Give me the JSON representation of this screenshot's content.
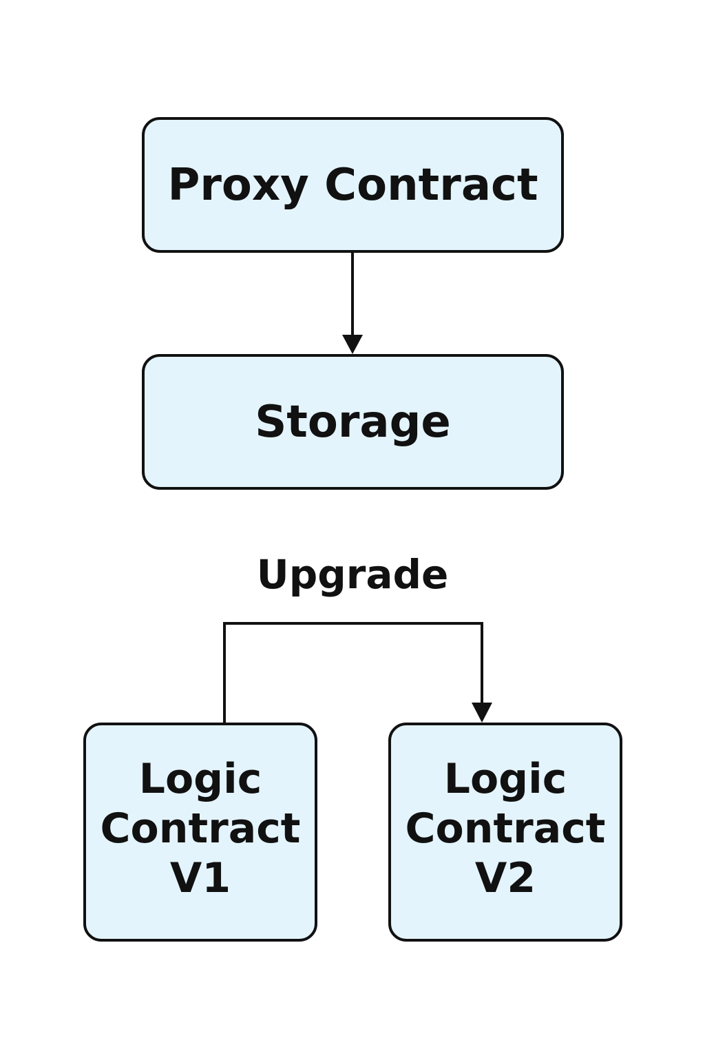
{
  "diagram": {
    "nodes": {
      "proxy": {
        "label": "Proxy Contract"
      },
      "storage": {
        "label": "Storage"
      },
      "logic_v1": {
        "label": "Logic\nContract\nV1"
      },
      "logic_v2": {
        "label": "Logic\nContract\nV2"
      }
    },
    "edges": [
      {
        "from": "proxy",
        "to": "storage",
        "label": ""
      },
      {
        "from": "logic_v1",
        "to": "logic_v2",
        "label": "Upgrade"
      }
    ],
    "upgrade_label": "Upgrade",
    "colors": {
      "node_fill": "#e4f4fc",
      "stroke": "#111111",
      "background": "#ffffff"
    }
  }
}
